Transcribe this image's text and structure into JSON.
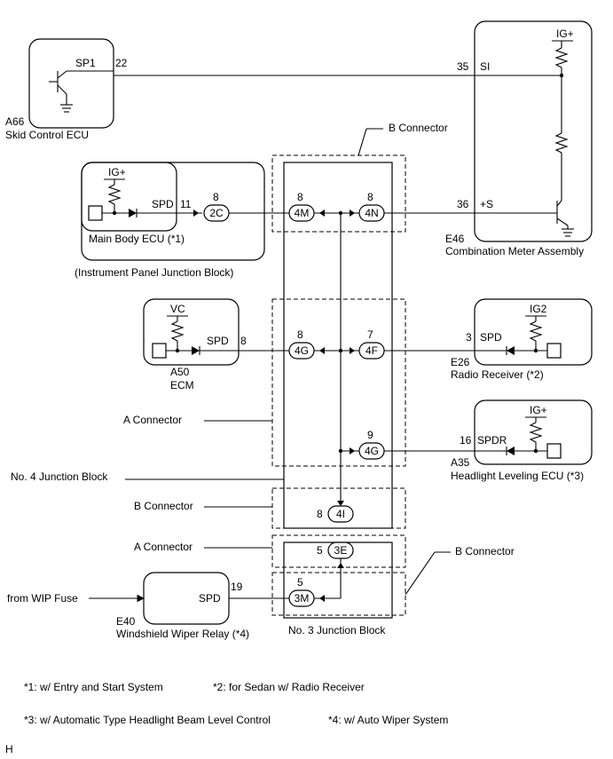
{
  "components": {
    "skid_control": {
      "id": "A66",
      "name": "Skid Control ECU",
      "terminal": "SP1",
      "pin": "22"
    },
    "combination_meter": {
      "id": "E46",
      "name": "Combination Meter Assembly",
      "power": "IG+",
      "t_si": "SI",
      "p_si": "35",
      "t_s": "+S",
      "p_s": "36"
    },
    "main_body": {
      "name": "Main Body ECU (*1)",
      "power": "IG+",
      "terminal": "SPD",
      "pin": "11",
      "conn": "2C",
      "conn_pin": "8"
    },
    "instrument_panel_jb": {
      "name": "(Instrument Panel Junction Block)"
    },
    "ecm": {
      "id": "A50",
      "name": "ECM",
      "power": "VC",
      "terminal": "SPD",
      "pin": "8"
    },
    "radio": {
      "id": "E26",
      "name": "Radio Receiver (*2)",
      "power": "IG2",
      "terminal": "SPD",
      "pin": "3"
    },
    "headlight": {
      "id": "A35",
      "name": "Headlight Leveling ECU (*3)",
      "power": "IG+",
      "terminal": "SPDR",
      "pin": "16"
    },
    "wiper": {
      "id": "E40",
      "name": "Windshield Wiper Relay (*4)",
      "terminal": "SPD",
      "pin": "19",
      "source": "from WIP Fuse"
    }
  },
  "junction4": {
    "label": "No. 4 Junction Block",
    "b_connector_top": "B Connector",
    "a_connector": "A Connector",
    "b_connector_bottom": "B Connector",
    "c4m": {
      "name": "4M",
      "pin": "8"
    },
    "c4n": {
      "name": "4N",
      "pin": "8"
    },
    "c4g_left": {
      "name": "4G",
      "pin": "8"
    },
    "c4f": {
      "name": "4F",
      "pin": "7"
    },
    "c4g_right": {
      "name": "4G",
      "pin": "9"
    },
    "c4i": {
      "name": "4I",
      "pin": "8"
    }
  },
  "junction3": {
    "label": "No. 3 Junction Block",
    "a_connector": "A Connector",
    "b_connector": "B Connector",
    "c3e": {
      "name": "3E",
      "pin": "5"
    },
    "c3m": {
      "name": "3M",
      "pin": "5"
    }
  },
  "notes": [
    "*1: w/ Entry and Start System",
    "*2: for Sedan w/ Radio Receiver",
    "*3: w/ Automatic Type Headlight Beam Level Control",
    "*4: w/ Auto Wiper System"
  ],
  "corner_mark": "H"
}
